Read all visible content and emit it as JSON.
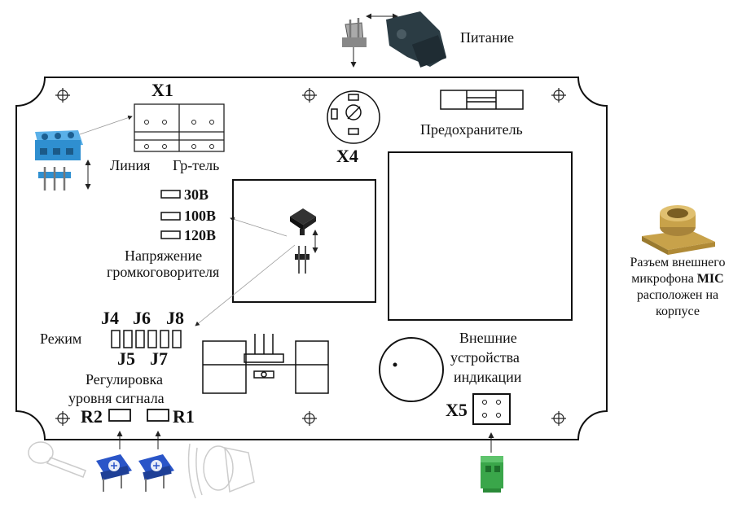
{
  "connectors": {
    "x1": "X1",
    "x4": "X4",
    "x5": "X5",
    "r1": "R1",
    "r2": "R2"
  },
  "labels": {
    "power": "Питание",
    "fuse": "Предохранитель",
    "line": "Линия",
    "loudspeaker_short": "Гр-тель",
    "v30": "30В",
    "v100": "100В",
    "v120": "120В",
    "voltage_line1": "Напряжение",
    "voltage_line2": "громкоговорителя",
    "j4": "J4",
    "j6": "J6",
    "j8": "J8",
    "j5": "J5",
    "j7": "J7",
    "mode": "Режим",
    "level_line1": "Регулировка",
    "level_line2": "уровня сигнала",
    "ext_line1": "Внешние",
    "ext_line2": "устройства",
    "ext_line3": "индикации"
  },
  "mic_note": {
    "line1": "Разъем внешнего",
    "line2_pre": "микрофона ",
    "line2_bold": "MIC",
    "line3": "расположен на",
    "line4": "корпусе"
  },
  "colors": {
    "terminal_blue": "#2f8fd0",
    "pot_blue": "#2a55c8",
    "terminal_green": "#3aa64a",
    "mic_brass": "#c8a24a",
    "power_plug": "#2b3c44"
  }
}
